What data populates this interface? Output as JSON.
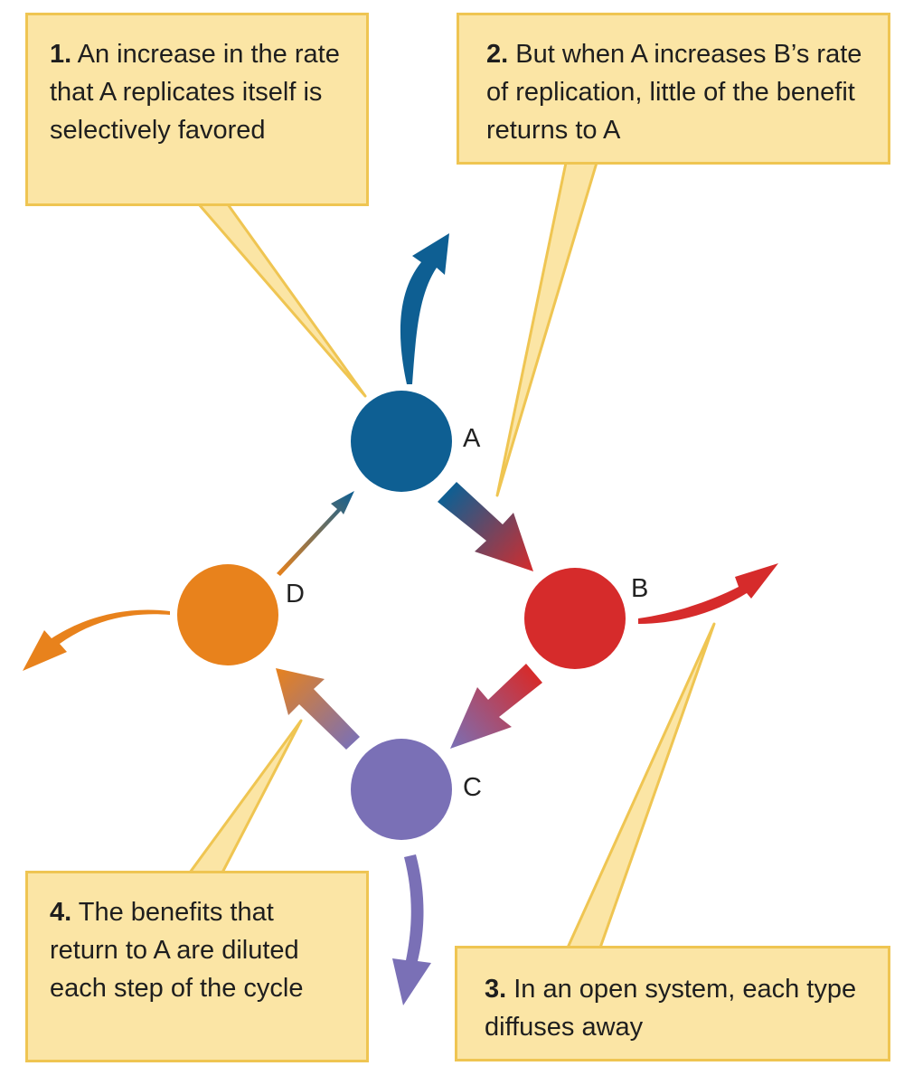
{
  "callouts": [
    {
      "number": "1.",
      "text": "An increase in the rate that A replicates itself is selectively favored"
    },
    {
      "number": "2.",
      "text": "But when A increases B’s rate of replication, little of the benefit returns to A"
    },
    {
      "number": "3.",
      "text": "In an open system, each type diffuses away"
    },
    {
      "number": "4.",
      "text": "The benefits that return to A are diluted each step of the cycle"
    }
  ],
  "nodes": [
    {
      "label": "A",
      "color": "#0e5f93"
    },
    {
      "label": "B",
      "color": "#d62b2b"
    },
    {
      "label": "C",
      "color": "#7a70b6"
    },
    {
      "label": "D",
      "color": "#e8821c"
    }
  ],
  "colors": {
    "callout_fill": "#fbe5a5",
    "callout_border": "#efc552"
  }
}
